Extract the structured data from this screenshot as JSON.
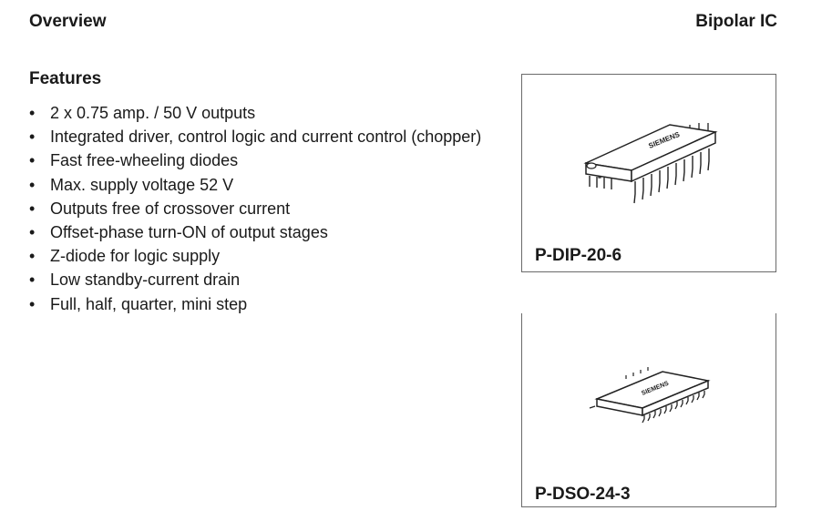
{
  "header": {
    "left_title": "Overview",
    "right_title": "Bipolar IC"
  },
  "features": {
    "title": "Features",
    "bullet": "•",
    "items": [
      "2 x 0.75 amp. / 50 V outputs",
      "Integrated driver, control logic and current control (chopper)",
      "Fast free-wheeling diodes",
      "Max. supply voltage 52 V",
      "Outputs free of crossover current",
      "Offset-phase turn-ON of output stages",
      "Z-diode for logic supply",
      "Low standby-current drain",
      "Full, half, quarter, mini step"
    ]
  },
  "packages": [
    {
      "label": "P-DIP-20-6",
      "brand": "SIEMENS"
    },
    {
      "label": "P-DSO-24-3",
      "brand": "SIEMENS"
    }
  ]
}
